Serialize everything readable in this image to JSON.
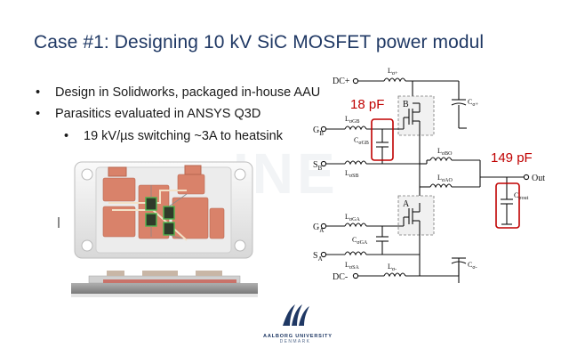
{
  "slide": {
    "title": "Case #1: Designing 10 kV SiC MOSFET power modul",
    "bullets": [
      {
        "text": "Design in Solidworks, packaged in-house AAU",
        "level": 1
      },
      {
        "text": "Parasitics evaluated in ANSYS Q3D",
        "level": 1
      },
      {
        "text": "19 kV/µs switching ~3A to heatsink",
        "level": 2
      }
    ],
    "bullet_symbols": {
      "level1": "•",
      "level2": "•"
    },
    "logo": {
      "name": "AALBORG UNIVERSITY",
      "country": "DENMARK"
    }
  },
  "circuit": {
    "callouts": {
      "left": "18 pF",
      "right": "149 pF"
    },
    "callout_color": "#c00000",
    "node_labels": {
      "dc_plus": "DC+",
      "dc_minus": "DC-",
      "out": "Out"
    },
    "node_subscripts": {
      "gate_b": "B",
      "source_b": "B",
      "gate_a": "A",
      "source_a": "A"
    },
    "node_main": {
      "gate": "G",
      "source": "S"
    },
    "switch_labels": {
      "upper": "B",
      "lower": "A"
    },
    "component_labels": {
      "l_top_main": "L",
      "l_top_sub": "σ+",
      "c_top_main": "C",
      "c_top_sub": "σ+",
      "l_gb_main": "L",
      "l_gb_sub": "σGB",
      "c_gb_main": "C",
      "c_gb_sub": "σGB",
      "l_sb_main": "L",
      "l_sb_sub": "σSB",
      "l_bo_main": "L",
      "l_bo_sub": "σBO",
      "l_ao_main": "L",
      "l_ao_sub": "σAO",
      "c_out_main": "C",
      "c_out_sub": "σout",
      "l_ga_main": "L",
      "l_ga_sub": "σGA",
      "c_ga_main": "C",
      "c_ga_sub": "σGA",
      "l_sa_main": "L",
      "l_sa_sub": "σSA",
      "l_bot_main": "L",
      "l_bot_sub": "σ-",
      "c_bot_main": "C",
      "c_bot_sub": "σ-"
    }
  },
  "colors": {
    "title": "#1f3864",
    "accent_red": "#c00000",
    "substrate": "#d9826a",
    "frame": "#f0f0f0"
  }
}
